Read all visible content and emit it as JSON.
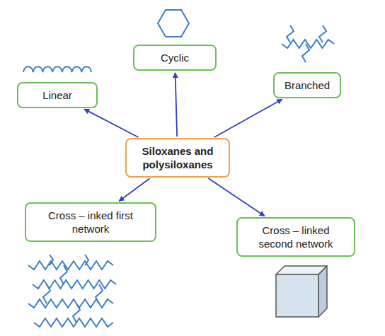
{
  "diagram": {
    "nodes": [
      {
        "text": [
          "Cyclic"
        ]
      },
      {
        "text": [
          "Linear"
        ]
      },
      {
        "text": [
          "Branched"
        ]
      },
      {
        "text": [
          "Siloxanes and polysiloxanes"
        ]
      },
      {
        "text": [
          "Cross – inked first network"
        ]
      },
      {
        "text": [
          "Cross – linked second network"
        ]
      }
    ],
    "edges": [
      {
        "from": 3,
        "to": 0,
        "arrow": "to"
      },
      {
        "from": 3,
        "to": 1,
        "arrow": "to"
      },
      {
        "from": 3,
        "to": 2,
        "arrow": "to"
      },
      {
        "from": 3,
        "to": 4,
        "arrow": "to"
      },
      {
        "from": 3,
        "to": 5,
        "arrow": "to"
      }
    ]
  }
}
